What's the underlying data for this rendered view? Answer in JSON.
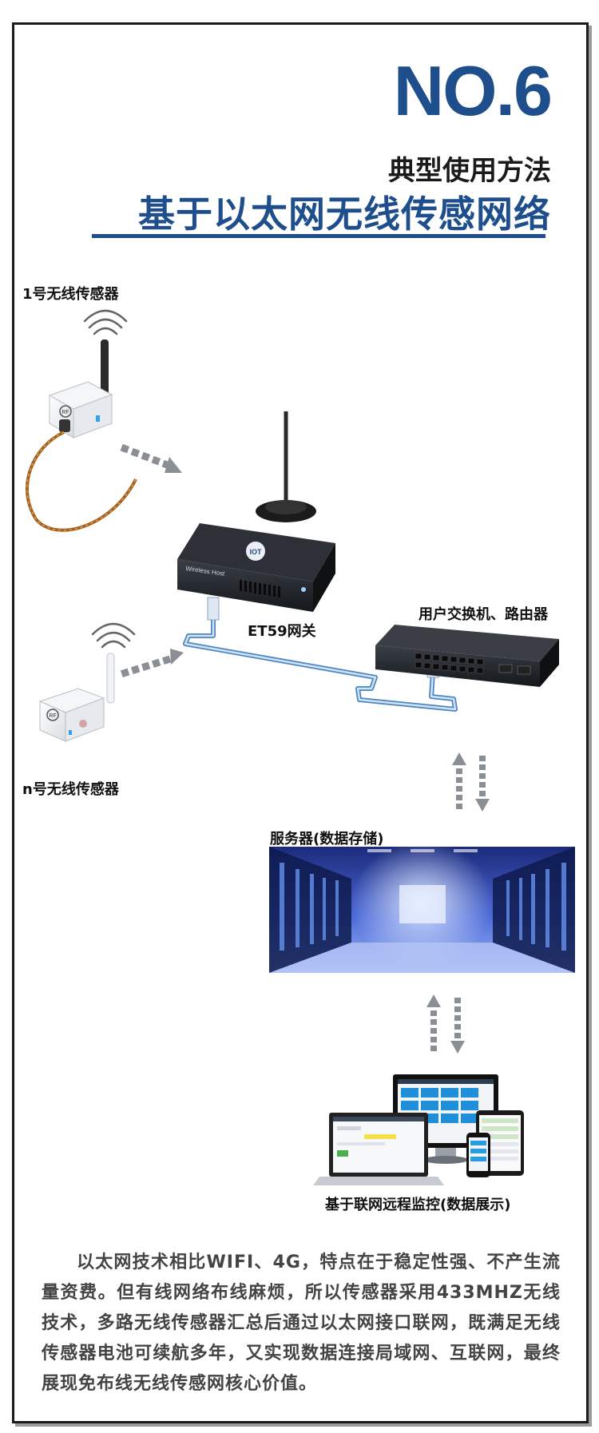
{
  "header": {
    "number": "NO.6",
    "subtitle": "典型使用方法",
    "title": "基于以太网无线传感网络"
  },
  "labels": {
    "sensor1": "1号无线传感器",
    "sensorN": "n号无线传感器",
    "gateway": "ET59网关",
    "switch": "用户交换机、路由器",
    "server": "服务器(数据存储)",
    "monitor": "基于联网远程监控(数据展示)"
  },
  "device_text": {
    "gateway_logo": "IOT",
    "gateway_brand": "Wireless Host",
    "sensor_logo": "RF"
  },
  "description": "以太网技术相比WIFI、4G，特点在于稳定性强、不产生流量资费。但有线网络布线麻烦，所以传感器采用433MHZ无线技术，多路无线传感器汇总后通过以太网接口联网，既满足无线传感器电池可续航多年，又实现数据连接局域网、互联网，最终展现免布线无线传感网核心价值。",
  "colors": {
    "brand_blue": "#1e4f8c",
    "text_dark": "#111111",
    "text_gray": "#444444",
    "cable_blue": "#6aa6dc",
    "arrow_gray": "#8a8f96"
  },
  "icons": [
    "wifi-signal-icon",
    "data-arrow-icon",
    "bidirectional-arrow-icon"
  ]
}
